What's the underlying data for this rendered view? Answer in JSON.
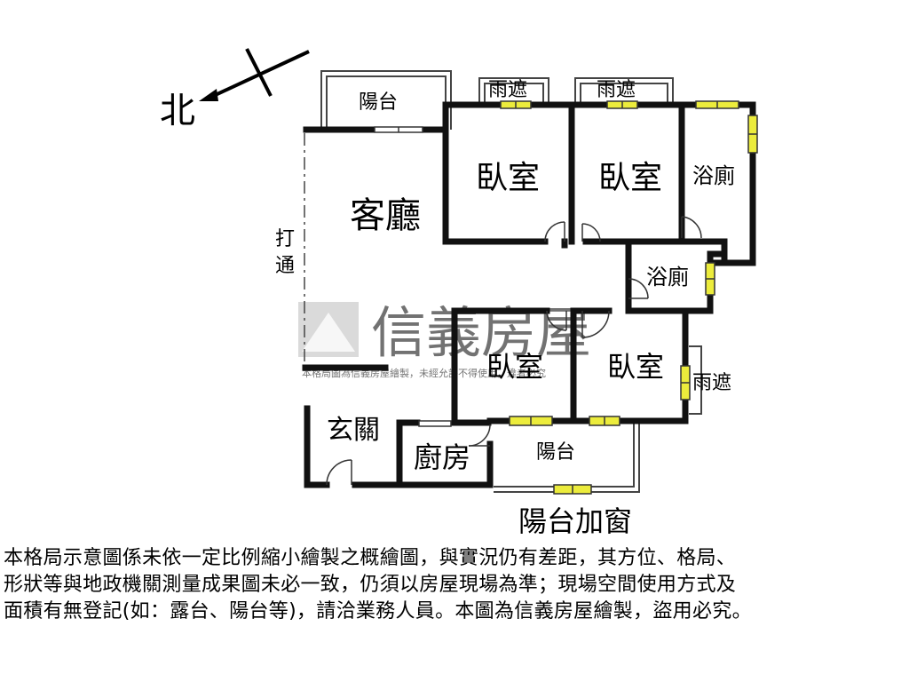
{
  "compass": {
    "label": "北"
  },
  "rooms": {
    "balcony_top": "陽台",
    "canopy_1": "雨遮",
    "canopy_2": "雨遮",
    "canopy_3": "雨遮",
    "living_room": "客廳",
    "bedroom_1": "臥室",
    "bedroom_2": "臥室",
    "bedroom_3": "臥室",
    "bedroom_4": "臥室",
    "bath_1": "浴廁",
    "bath_2": "浴廁",
    "opened_wall": "打\n通",
    "entrance": "玄關",
    "kitchen": "廚房",
    "balcony_bottom": "陽台",
    "balcony_window": "陽台加窗"
  },
  "watermark": {
    "brand": "信義房屋",
    "note": "本格局圖為信義房屋繪製，未經允許不得使用，違者必究"
  },
  "disclaimer": [
    "本格局示意圖係未依一定比例縮小繪製之概繪圖，與實況仍有差距，其方位、格局、",
    "形狀等與地政機關測量成果圖未必一致，仍須以房屋現場為準；現場空間使用方式及",
    "面積有無登記(如：露台、陽台等)，請洽業務人員。本圖為信義房屋繪製，盜用必究。"
  ],
  "colors": {
    "wall": "#111111",
    "window": "#ecec3c",
    "watermark": "#b9b9b9"
  }
}
